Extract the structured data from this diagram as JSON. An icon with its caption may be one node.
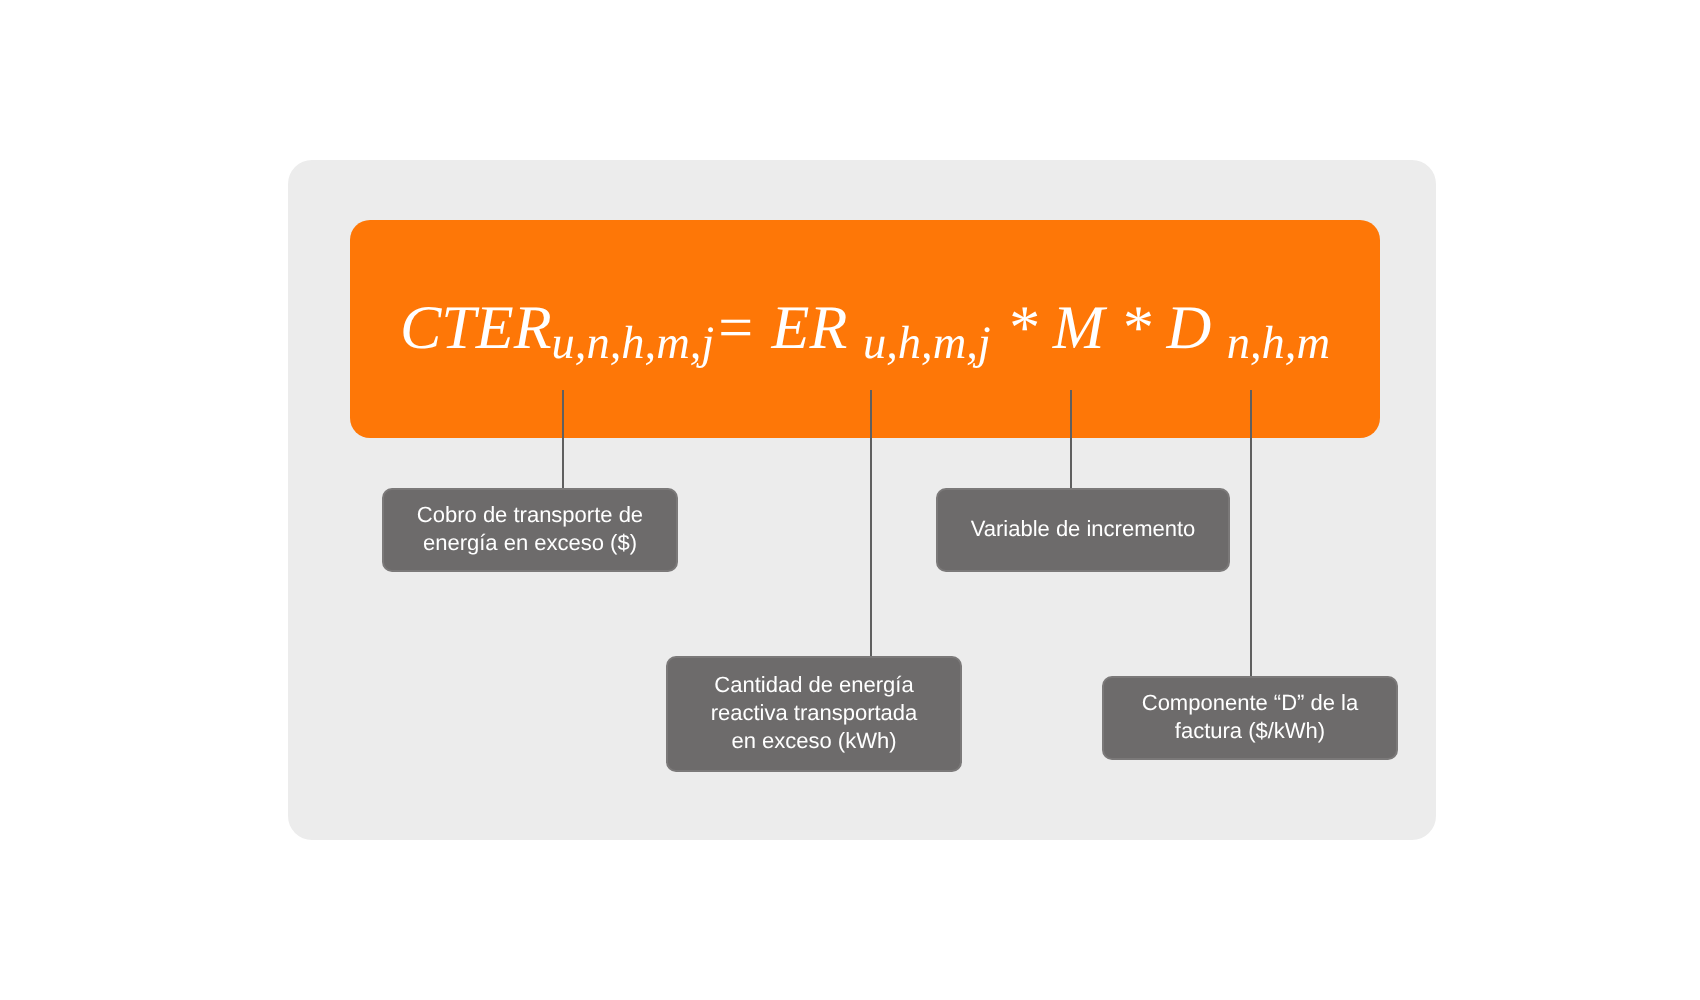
{
  "diagram": {
    "nodes": [
      {
        "text": [
          "CTER$_{u,n,h,m,j}$= ER $_{u,h,m,j}$ * M * D $_{n,h,m}$"
        ]
      },
      {
        "text": [
          "Cobro de transporte de energía en exceso ($)"
        ]
      },
      {
        "text": [
          "Variable de incremento"
        ]
      },
      {
        "text": [
          "Cantidad de energía reactiva transportada en exceso (kWh)"
        ]
      },
      {
        "text": [
          "Componente “D” de la factura ($/kWh)"
        ]
      }
    ],
    "edges": [
      {
        "from": 1,
        "to": 0,
        "arrow": "none"
      },
      {
        "from": 3,
        "to": 0,
        "arrow": "none"
      },
      {
        "from": 2,
        "to": 0,
        "arrow": "none"
      },
      {
        "from": 4,
        "to": 0,
        "arrow": "none"
      }
    ]
  }
}
